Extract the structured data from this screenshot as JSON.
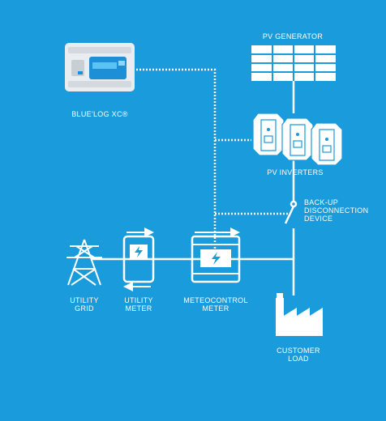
{
  "colors": {
    "background": "#1a9bdb",
    "line": "#ffffff",
    "logger_body": "#e9edf0",
    "logger_screen": "#1d8fd6"
  },
  "labels": {
    "logger": "BLUE'LOG XC®",
    "pv_generator": "PV GENERATOR",
    "pv_inverters": "PV INVERTERS",
    "backup_device": [
      "BACK-UP",
      "DISCONNECTION",
      "DEVICE"
    ],
    "utility_grid": [
      "UTILITY",
      "GRID"
    ],
    "utility_meter": [
      "UTILITY",
      "METER"
    ],
    "meteocontrol_meter": [
      "METEOCONTROL",
      "METER"
    ],
    "customer_load": [
      "CUSTOMER",
      "LOAD"
    ]
  },
  "icons": {
    "logger": "data-logger-device",
    "pv_generator": "solar-panel-array-icon",
    "pv_inverters": "inverter-icon",
    "backup_device": "switch-icon",
    "utility_grid": "transmission-tower-icon",
    "utility_meter": "electricity-meter-icon",
    "meteocontrol_meter": "energy-meter-icon",
    "customer_load": "factory-icon"
  }
}
